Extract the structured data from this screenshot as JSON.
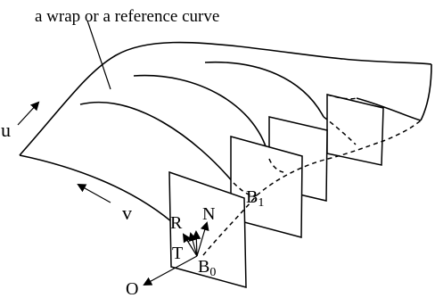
{
  "labels": {
    "title": "a wrap or a reference curve",
    "u": "u",
    "v": "v",
    "R": "R",
    "N": "N",
    "T": "T",
    "O": "O",
    "B0": "B",
    "B0_sub": "0",
    "B1": "B",
    "B1_sub": "1"
  }
}
